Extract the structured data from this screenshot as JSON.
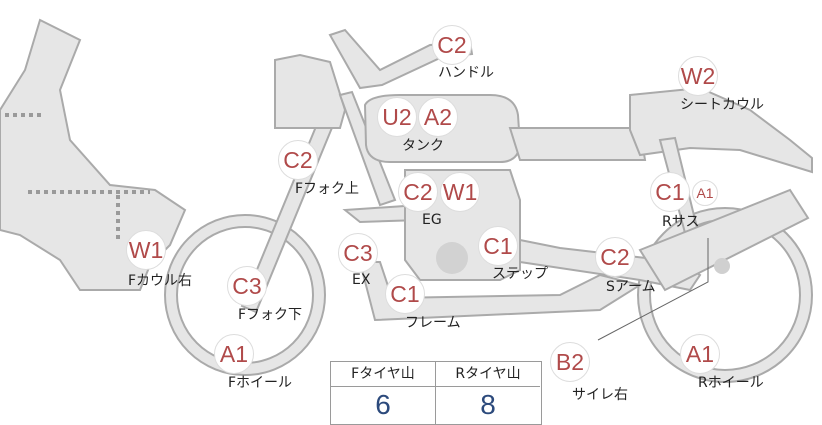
{
  "parts": [
    {
      "id": "handle",
      "codes": [
        "C2"
      ],
      "label": "ハンドル"
    },
    {
      "id": "tank",
      "codes": [
        "U2",
        "A2"
      ],
      "label": "タンク"
    },
    {
      "id": "seat-cowl",
      "codes": [
        "W2"
      ],
      "label": "シートカウル"
    },
    {
      "id": "fork-upper",
      "codes": [
        "C2"
      ],
      "label": "Fフォク上"
    },
    {
      "id": "engine",
      "codes": [
        "C2",
        "W1"
      ],
      "label": "EG"
    },
    {
      "id": "rear-suspension",
      "codes": [
        "C1",
        "A1"
      ],
      "label": "Rサス"
    },
    {
      "id": "front-cowl-right",
      "codes": [
        "W1"
      ],
      "label": "Fカウル右"
    },
    {
      "id": "exhaust",
      "codes": [
        "C3"
      ],
      "label": "EX"
    },
    {
      "id": "step",
      "codes": [
        "C1"
      ],
      "label": "ステップ"
    },
    {
      "id": "swingarm",
      "codes": [
        "C2"
      ],
      "label": "Sアーム"
    },
    {
      "id": "fork-lower",
      "codes": [
        "C3"
      ],
      "label": "Fフォク下"
    },
    {
      "id": "frame",
      "codes": [
        "C1"
      ],
      "label": "フレーム"
    },
    {
      "id": "front-wheel",
      "codes": [
        "A1"
      ],
      "label": "Fホイール"
    },
    {
      "id": "muffler-right",
      "codes": [
        "B2"
      ],
      "label": "サイレ右"
    },
    {
      "id": "rear-wheel",
      "codes": [
        "A1"
      ],
      "label": "Rホイール"
    }
  ],
  "tread": {
    "front_label": "Fタイヤ山",
    "rear_label": "Rタイヤ山",
    "front_value": "6",
    "rear_value": "8"
  },
  "colors": {
    "body_fill": "#e6e6e6",
    "outline": "#aaaaaa",
    "code_text": "#b04a4a",
    "tread_value_text": "#2c4a7c"
  }
}
